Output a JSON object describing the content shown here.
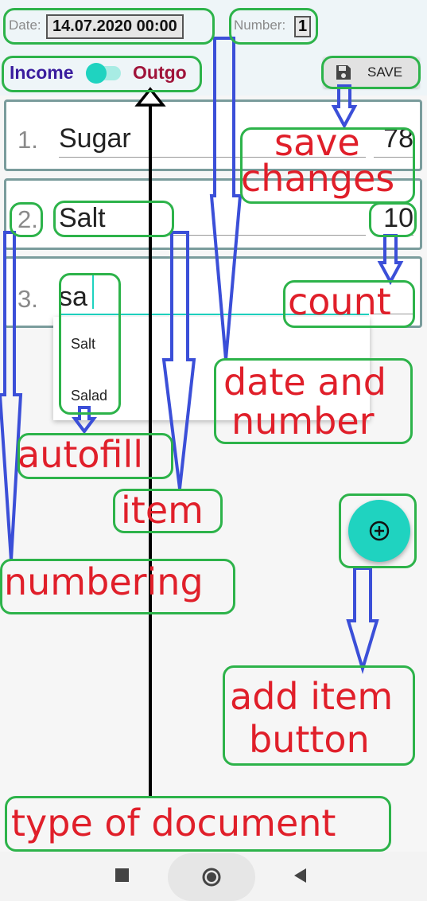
{
  "header": {
    "date_label": "Date:",
    "date_value": "14.07.2020 00:00",
    "number_label": "Number:",
    "number_value": "1"
  },
  "toolbar": {
    "income_label": "Income",
    "outgo_label": "Outgo",
    "save_label": "SAVE",
    "income_color": "#3a1d9e",
    "outgo_color": "#a0143a",
    "toggle_color": "#1fd3c0"
  },
  "rows": [
    {
      "number": "1.",
      "item": "Sugar",
      "count": "78"
    },
    {
      "number": "2.",
      "item": "Salt",
      "count": "10"
    },
    {
      "number": "3.",
      "item": "sa",
      "count": ""
    }
  ],
  "autofill": {
    "options": [
      "Salt",
      "Salad"
    ]
  },
  "annotations": {
    "save_changes_1": "save",
    "save_changes_2": "changes",
    "count": "count",
    "date_number_1": "date and",
    "date_number_2": "number",
    "autofill": "autofill",
    "item": "item",
    "numbering": "numbering",
    "add_item_1": "add item",
    "add_item_2": "button",
    "type_of_document": "type of document"
  },
  "colors": {
    "annotation_red": "#e01f2a",
    "annotation_box": "#2db34a",
    "arrow_blue": "#3b4fd8",
    "fab": "#1fd3c0"
  }
}
